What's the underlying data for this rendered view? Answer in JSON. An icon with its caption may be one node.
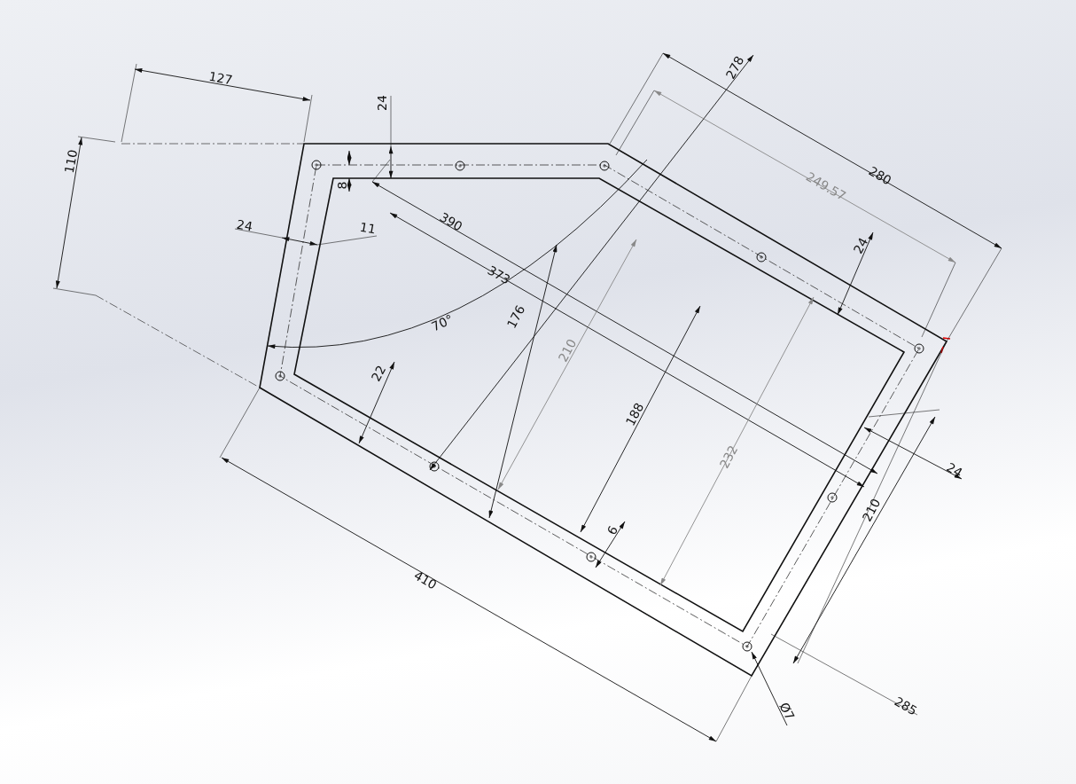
{
  "diagram": {
    "labels": [
      "127",
      "110",
      "24",
      "8",
      "24",
      "11",
      "390",
      "373",
      "70°",
      "176",
      "210",
      "22",
      "278",
      "249.57",
      "280",
      "24",
      "188",
      "232",
      "24",
      "210",
      "6",
      "410",
      "285",
      "Ø7"
    ]
  }
}
